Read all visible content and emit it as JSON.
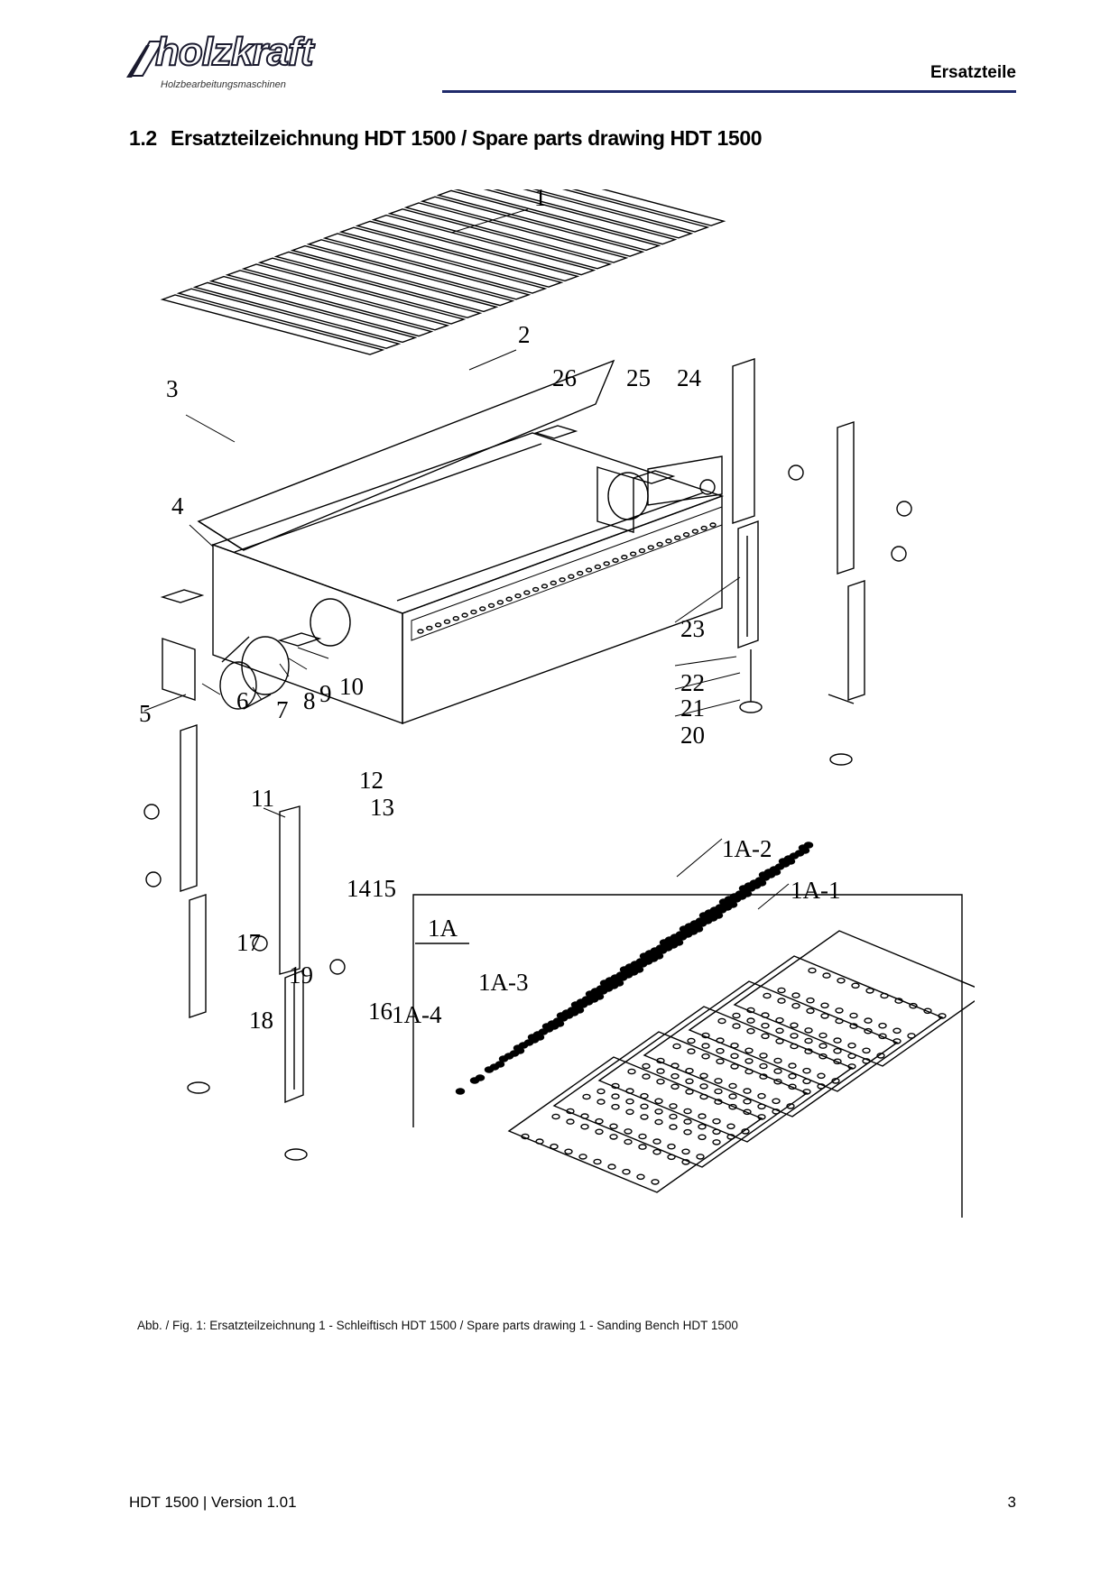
{
  "header": {
    "brand": "holzkraft",
    "brand_sub": "Holzbearbeitungsmaschinen",
    "section": "Ersatzteile",
    "rule_color": "#1f2a6b"
  },
  "title": {
    "number": "1.2",
    "text": "Ersatzteilzeichnung HDT 1500 / Spare parts drawing HDT 1500"
  },
  "drawing": {
    "part_labels": [
      "1",
      "2",
      "3",
      "4",
      "5",
      "6",
      "7",
      "8",
      "9",
      "10",
      "11",
      "12",
      "13",
      "14",
      "15",
      "16",
      "17",
      "18",
      "19",
      "20",
      "21",
      "22",
      "23",
      "24",
      "25",
      "26"
    ],
    "detail": {
      "title": "1A",
      "labels": [
        "1A-1",
        "1A-2",
        "1A-3",
        "1A-4"
      ]
    }
  },
  "caption": "Abb. / Fig. 1: Ersatzteilzeichnung 1 - Schleiftisch HDT 1500 / Spare parts drawing 1 - Sanding Bench HDT 1500",
  "footer": {
    "doc": "HDT 1500 | Version 1.01",
    "page": "3"
  }
}
